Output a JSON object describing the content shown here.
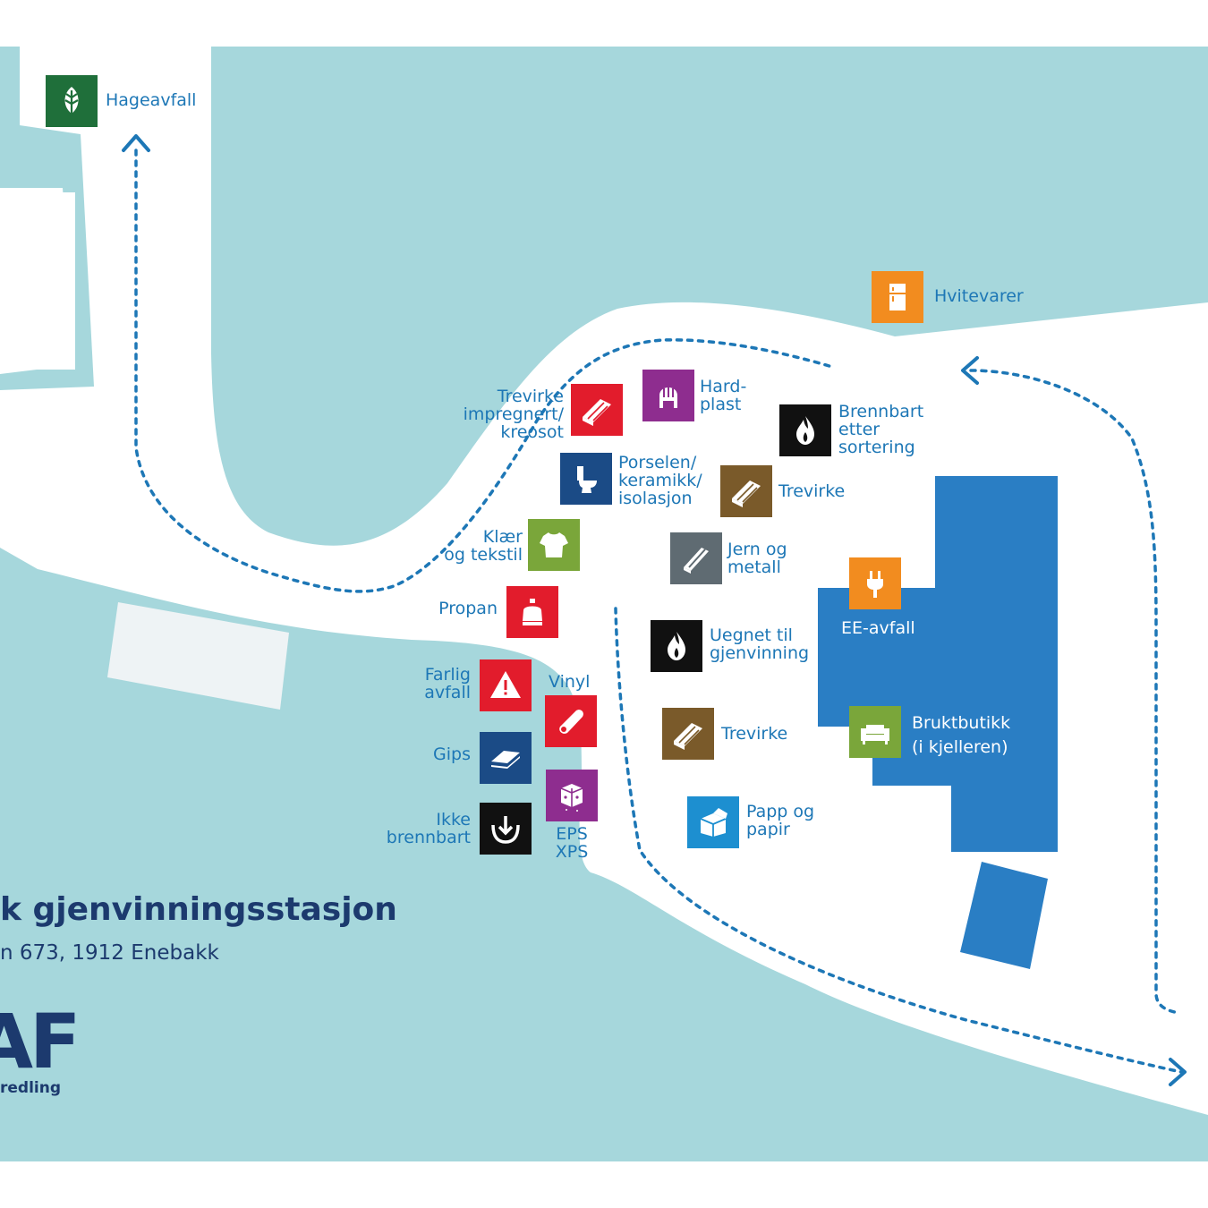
{
  "colors": {
    "water": "#a6d7dc",
    "road": "#ffffff",
    "building": "#2a7ec4",
    "path": "#1d77b6",
    "text": "#1d77b6",
    "title": "#1c3a6e"
  },
  "header": {
    "title": "k gjenvinningsstasjon",
    "address": "n 673, 1912 Enebakk"
  },
  "logo": {
    "mark": "AF",
    "subtitle": "redling"
  },
  "stations": [
    {
      "id": "hageavfall",
      "label": "Hageavfall",
      "color": "#1f6f3a",
      "icon": "leaf-icon"
    },
    {
      "id": "hvitevarer",
      "label": "Hvitevarer",
      "color": "#f28c1f",
      "icon": "fridge-icon"
    },
    {
      "id": "trevirke-impregnert",
      "label": "Trevirke\nimpregnert/\nkreosot",
      "color": "#e21c2c",
      "icon": "lumber-icon"
    },
    {
      "id": "hardplast",
      "label": "Hard-\nplast",
      "color": "#8e2d8f",
      "icon": "chair-icon"
    },
    {
      "id": "brennbart-etter-sortering",
      "label": "Brennbart\netter\nsortering",
      "color": "#111111",
      "icon": "flame-icon"
    },
    {
      "id": "porselen",
      "label": "Porselen/\nkeramikk/\nisolasjon",
      "color": "#1b4b86",
      "icon": "toilet-icon"
    },
    {
      "id": "trevirke-1",
      "label": "Trevirke",
      "color": "#7a5a2a",
      "icon": "lumber-icon"
    },
    {
      "id": "klaer",
      "label": "Klær\nog tekstil",
      "color": "#7aa63a",
      "icon": "shirt-icon"
    },
    {
      "id": "jern-og-metall",
      "label": "Jern og\nmetall",
      "color": "#5f6b72",
      "icon": "metal-icon"
    },
    {
      "id": "propan",
      "label": "Propan",
      "color": "#e21c2c",
      "icon": "gas-bottle-icon"
    },
    {
      "id": "ee-avfall",
      "label": "EE-avfall",
      "color": "#f28c1f",
      "icon": "plug-icon"
    },
    {
      "id": "uegnet",
      "label": "Uegnet til\ngjenvinning",
      "color": "#111111",
      "icon": "flame-icon"
    },
    {
      "id": "farlig-avfall",
      "label": "Farlig\navfall",
      "color": "#e21c2c",
      "icon": "warning-icon"
    },
    {
      "id": "vinyl",
      "label": "Vinyl",
      "color": "#e21c2c",
      "icon": "vinyl-roll-icon"
    },
    {
      "id": "trevirke-2",
      "label": "Trevirke",
      "color": "#7a5a2a",
      "icon": "lumber-icon"
    },
    {
      "id": "bruktbutikk",
      "label": "Bruktbutikk\n(i kjelleren)",
      "color": "#7aa63a",
      "icon": "sofa-icon"
    },
    {
      "id": "gips",
      "label": "Gips",
      "color": "#1b4b86",
      "icon": "plasterboard-icon"
    },
    {
      "id": "eps-xps",
      "label": "EPS\nXPS",
      "color": "#8e2d8f",
      "icon": "eps-block-icon"
    },
    {
      "id": "papp-og-papir",
      "label": "Papp og\npapir",
      "color": "#1d8fd0",
      "icon": "box-icon"
    },
    {
      "id": "ikke-brennbart",
      "label": "Ikke\nbrennbart",
      "color": "#111111",
      "icon": "noncombustible-icon"
    }
  ]
}
